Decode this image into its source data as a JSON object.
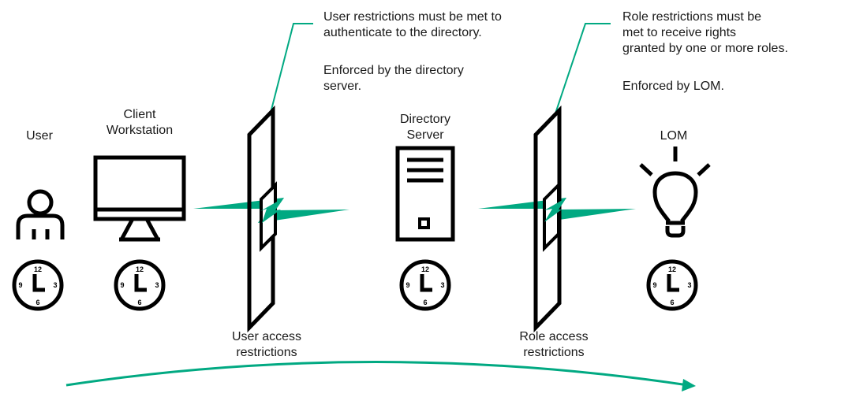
{
  "labels": {
    "user": "User",
    "client_line1": "Client",
    "client_line2": "Workstation",
    "directory_line1": "Directory",
    "directory_line2": "Server",
    "lom": "LOM",
    "user_access_line1": "User access",
    "user_access_line2": "restrictions",
    "role_access_line1": "Role access",
    "role_access_line2": "restrictions"
  },
  "notes": {
    "user_restrictions": {
      "line1": "User restrictions must be met to",
      "line2": "authenticate to the directory.",
      "line3": "Enforced by the directory",
      "line4": "server."
    },
    "role_restrictions": {
      "line1": "Role restrictions must be",
      "line2": "met to receive rights",
      "line3": "granted by one or more roles.",
      "line4": "Enforced by LOM."
    }
  },
  "clock": {
    "n12": "12",
    "n3": "3",
    "n6": "6",
    "n9": "9"
  },
  "colors": {
    "accent": "#01a982",
    "stroke": "#000000",
    "text": "#1a1a1a"
  },
  "icons": [
    "user-icon",
    "monitor-icon",
    "server-icon",
    "lightbulb-icon",
    "clock-icon",
    "barrier-panel",
    "lightning-bolt"
  ]
}
